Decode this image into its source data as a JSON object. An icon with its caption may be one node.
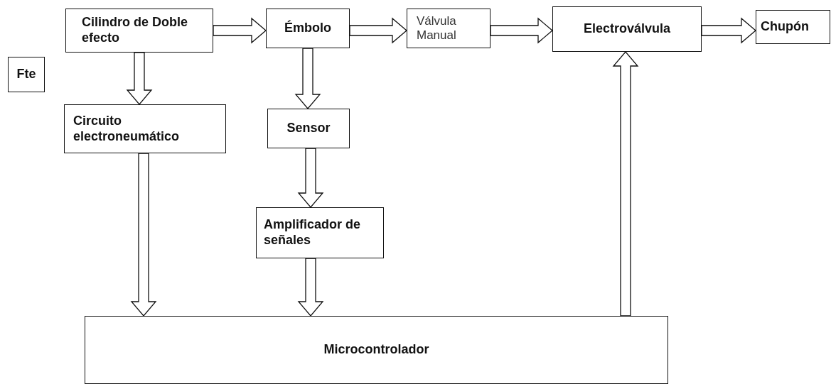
{
  "diagram": {
    "nodes": [
      {
        "text": [
          "Fte"
        ]
      },
      {
        "text": [
          "Cilindro de Doble efecto"
        ]
      },
      {
        "text": [
          "Émbolo"
        ]
      },
      {
        "text": [
          "Válvula Manual"
        ]
      },
      {
        "text": [
          "Electroválvula"
        ]
      },
      {
        "text": [
          "Chupón"
        ]
      },
      {
        "text": [
          "Circuito electroneumático"
        ]
      },
      {
        "text": [
          "Sensor"
        ]
      },
      {
        "text": [
          "Amplificador de señales"
        ]
      },
      {
        "text": [
          "Microcontrolador"
        ]
      }
    ],
    "edges": [
      {
        "from": 1,
        "to": 2,
        "arrow": "to"
      },
      {
        "from": 2,
        "to": 3,
        "arrow": "to"
      },
      {
        "from": 3,
        "to": 4,
        "arrow": "to"
      },
      {
        "from": 4,
        "to": 5,
        "arrow": "to"
      },
      {
        "from": 1,
        "to": 6,
        "arrow": "to"
      },
      {
        "from": 2,
        "to": 7,
        "arrow": "to"
      },
      {
        "from": 7,
        "to": 8,
        "arrow": "to"
      },
      {
        "from": 6,
        "to": 9,
        "arrow": "to"
      },
      {
        "from": 8,
        "to": 9,
        "arrow": "to"
      },
      {
        "from": 9,
        "to": 4,
        "arrow": "to"
      }
    ]
  }
}
